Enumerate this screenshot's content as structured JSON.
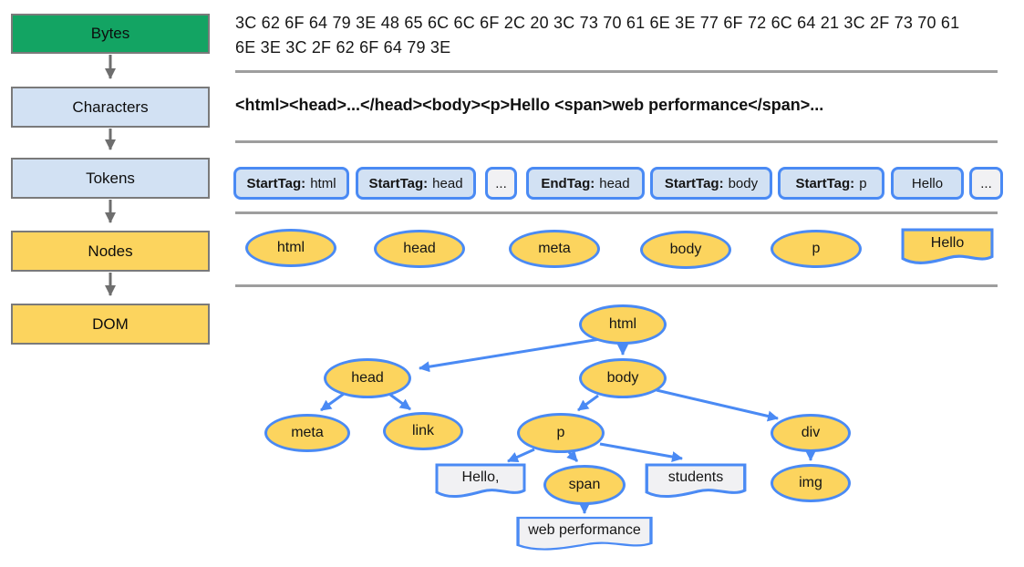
{
  "pipeline": {
    "stages": [
      "Bytes",
      "Characters",
      "Tokens",
      "Nodes",
      "DOM"
    ]
  },
  "bytes": {
    "line1": "3C 62 6F 64 79 3E 48 65 6C 6C 6F 2C 20 3C 73 70 61 6E 3E 77 6F 72 6C 64 21 3C 2F 73 70 61",
    "line2": "6E 3E 3C 2F 62 6F 64 79 3E"
  },
  "characters": {
    "text": "<html><head>...</head><body><p>Hello <span>web performance</span>..."
  },
  "tokens": {
    "items": [
      {
        "type": "StartTag:",
        "value": "html"
      },
      {
        "type": "StartTag:",
        "value": "head"
      },
      {
        "type": "",
        "value": "..."
      },
      {
        "type": "EndTag:",
        "value": "head"
      },
      {
        "type": "StartTag:",
        "value": "body"
      },
      {
        "type": "StartTag:",
        "value": "p"
      },
      {
        "type": "",
        "value": "Hello"
      },
      {
        "type": "",
        "value": "..."
      }
    ]
  },
  "nodes": {
    "labels": [
      "html",
      "head",
      "meta",
      "body",
      "p"
    ],
    "text_node": "Hello"
  },
  "dom": {
    "labels": {
      "html": "html",
      "head": "head",
      "body": "body",
      "meta": "meta",
      "link": "link",
      "p": "p",
      "div": "div",
      "span": "span",
      "img": "img"
    },
    "text_nodes": {
      "hello": "Hello,",
      "students": "students",
      "web_performance": "web performance"
    }
  },
  "colors": {
    "stage_bytes": "#13a463",
    "stage_light_blue": "#d2e1f3",
    "node_yellow": "#fcd45e",
    "blue_border": "#4a8af4",
    "box_border_gray": "#7a7a7a",
    "divider_gray": "#9e9e9e",
    "arrow_gray": "#6e6e6e",
    "token_alt_fill": "#f1f1f3"
  }
}
